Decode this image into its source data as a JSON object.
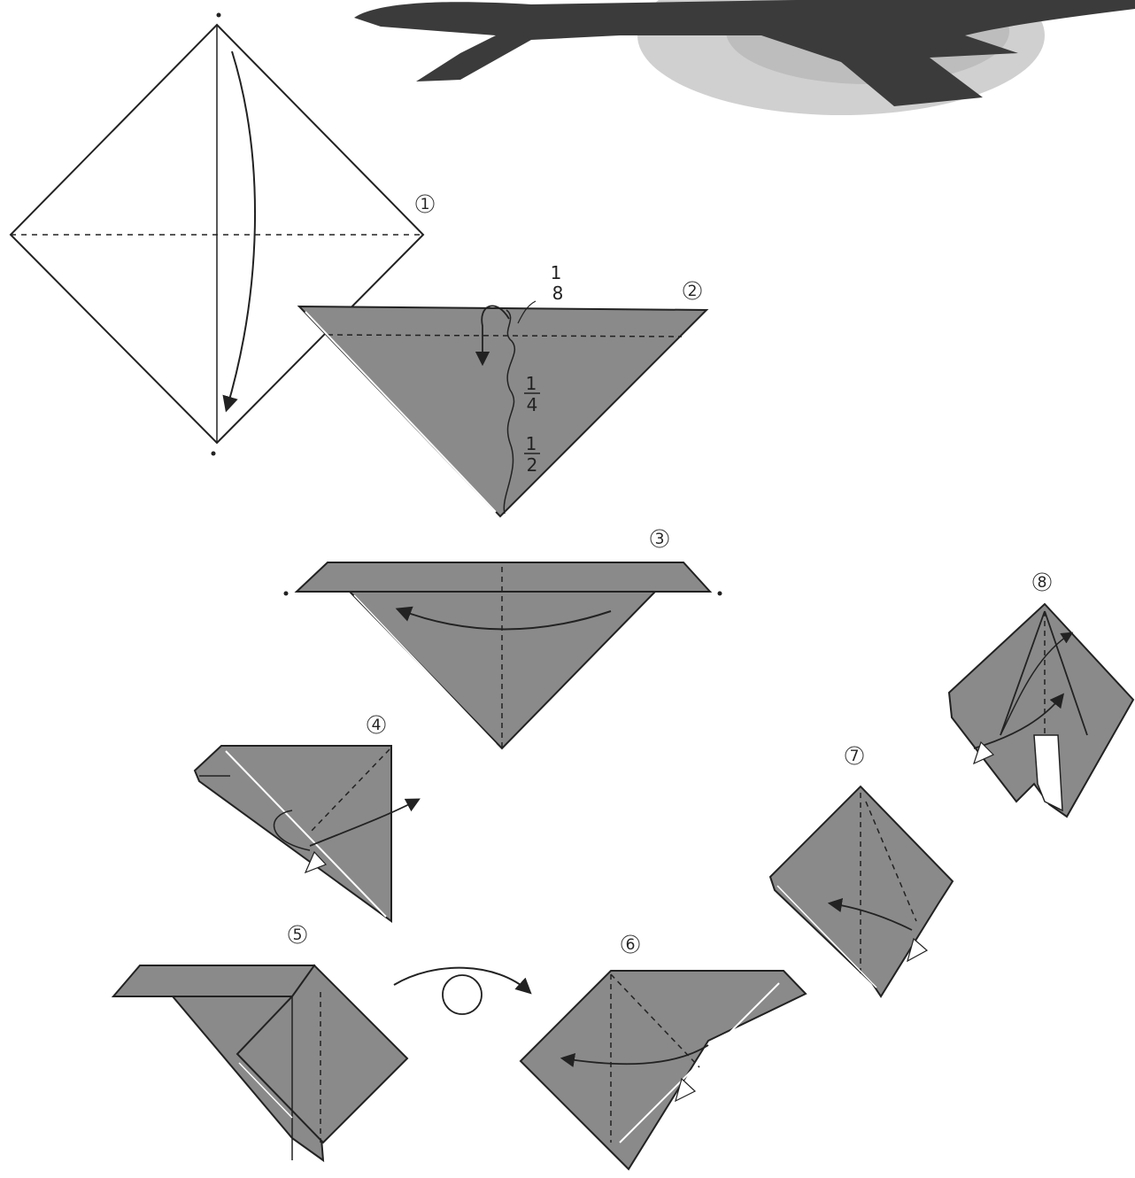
{
  "diagram": {
    "colors": {
      "paper_fill": "#8a8a8a",
      "paper_edge": "#2a2a2a",
      "white": "#ffffff",
      "photo_dark": "#3a3a3a",
      "photo_shadow": "#c9c9c9"
    },
    "steps": [
      {
        "number": "1"
      },
      {
        "number": "2"
      },
      {
        "number": "3"
      },
      {
        "number": "4"
      },
      {
        "number": "5"
      },
      {
        "number": "6"
      },
      {
        "number": "7"
      },
      {
        "number": "8"
      }
    ],
    "fractions": [
      {
        "num": "1",
        "den": "8"
      },
      {
        "num": "1",
        "den": "4"
      },
      {
        "num": "1",
        "den": "2"
      }
    ]
  }
}
